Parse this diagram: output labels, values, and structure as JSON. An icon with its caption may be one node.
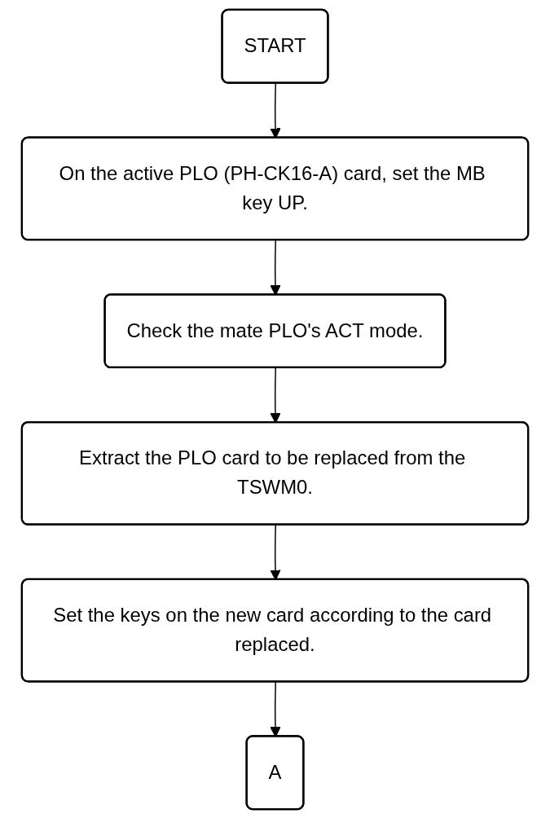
{
  "diagram": {
    "nodes": [
      {
        "text": [
          "START"
        ]
      },
      {
        "text": [
          "On the active PLO (PH-CK16-A) card, set the MB key UP."
        ]
      },
      {
        "text": [
          "Check the mate PLO's ACT mode."
        ]
      },
      {
        "text": [
          "Extract the PLO card to be replaced from the TSWM0."
        ]
      },
      {
        "text": [
          "Set the keys on the new card according to the card replaced."
        ]
      },
      {
        "text": [
          "A"
        ]
      }
    ],
    "edges": [
      {
        "from": 0,
        "to": 1,
        "arrow": "to"
      },
      {
        "from": 1,
        "to": 2,
        "arrow": "to"
      },
      {
        "from": 2,
        "to": 3,
        "arrow": "to"
      },
      {
        "from": 3,
        "to": 4,
        "arrow": "to"
      },
      {
        "from": 4,
        "to": 5,
        "arrow": "to"
      }
    ]
  }
}
